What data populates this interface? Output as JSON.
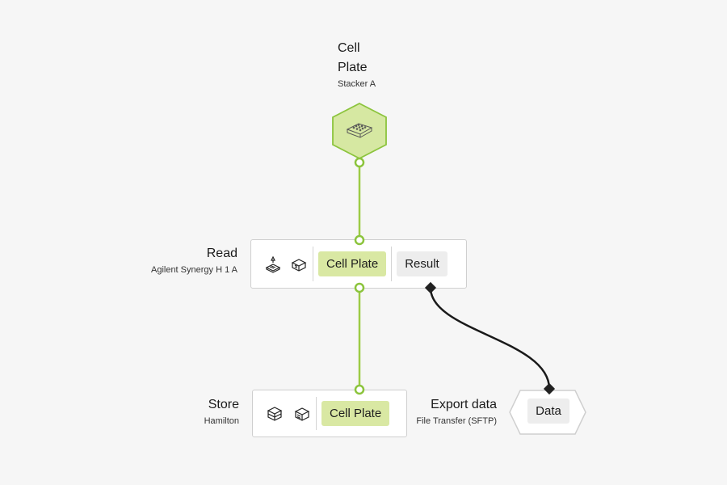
{
  "start_node": {
    "title_line1": "Cell",
    "title_line2": "Plate",
    "subtitle": "Stacker A",
    "icon": "plate-icon",
    "fill_color": "#d6e8a2",
    "stroke_color": "#8cc43d"
  },
  "read_node": {
    "title": "Read",
    "subtitle": "Agilent Synergy H 1 A",
    "icons": [
      "reader-icon",
      "plate-reader-icon"
    ],
    "input_chip": "Cell Plate",
    "output_chip": "Result"
  },
  "store_node": {
    "title": "Store",
    "subtitle": "Hamilton",
    "icons": [
      "stack-icon",
      "storage-icon"
    ],
    "input_chip": "Cell Plate"
  },
  "export_node": {
    "title": "Export data",
    "subtitle": "File Transfer (SFTP)",
    "chip": "Data"
  },
  "colors": {
    "accent_green": "#8cc43d",
    "chip_green": "#d9e8a3",
    "data_edge": "#1a1a1a"
  }
}
